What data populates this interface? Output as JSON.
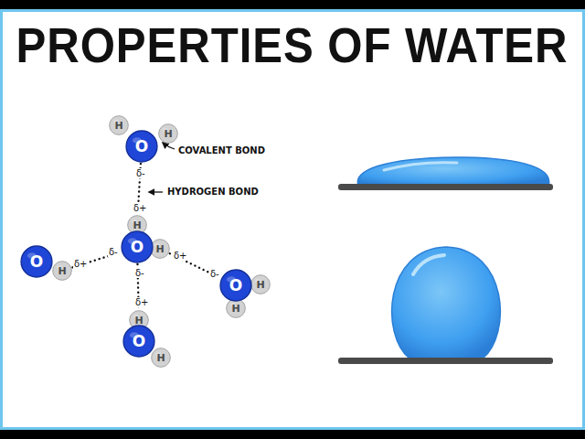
{
  "diagram": {
    "title": "PROPERTIES OF WATER",
    "nodes": [
      {
        "text": [
          "H"
        ]
      },
      {
        "text": [
          "H"
        ]
      },
      {
        "text": [
          "O"
        ]
      },
      {
        "text": [
          "H"
        ]
      },
      {
        "text": [
          "O"
        ]
      },
      {
        "text": [
          "H"
        ]
      },
      {
        "text": [
          "O"
        ]
      },
      {
        "text": [
          "H"
        ]
      },
      {
        "text": [
          "O"
        ]
      },
      {
        "text": [
          "H"
        ]
      },
      {
        "text": [
          "H"
        ]
      },
      {
        "text": [
          "H"
        ]
      },
      {
        "text": [
          "O"
        ]
      },
      {
        "text": [
          "H"
        ]
      }
    ],
    "edges": [
      {
        "from": 2,
        "to": 3,
        "arrow": "none"
      },
      {
        "from": 7,
        "to": 4,
        "arrow": "none"
      },
      {
        "from": 5,
        "to": 8,
        "arrow": "none"
      },
      {
        "from": 4,
        "to": 11,
        "arrow": "none"
      }
    ],
    "labels": [
      "COVALENT BOND",
      "HYDROGEN BOND",
      "δ-",
      "δ+",
      "δ+",
      "δ-",
      "δ+",
      "δ-",
      "δ-",
      "δ+"
    ]
  }
}
